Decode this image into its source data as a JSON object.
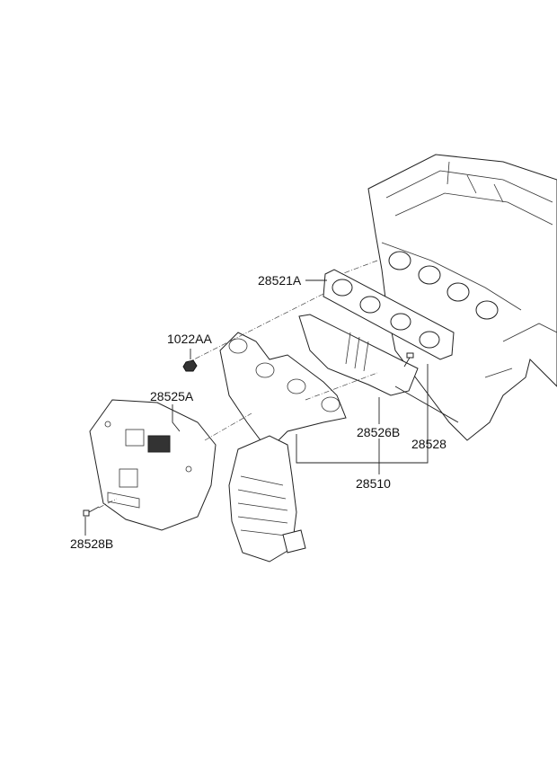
{
  "diagram": {
    "title": "Exhaust manifold assembly",
    "labels": {
      "gasket": "28521A",
      "nut": "1022AA",
      "heat_protector": "28525A",
      "heat_protector_upper": "28526B",
      "bolt": "28528",
      "manifold_assembly": "28510",
      "heat_protector_bolt": "28528B"
    }
  }
}
